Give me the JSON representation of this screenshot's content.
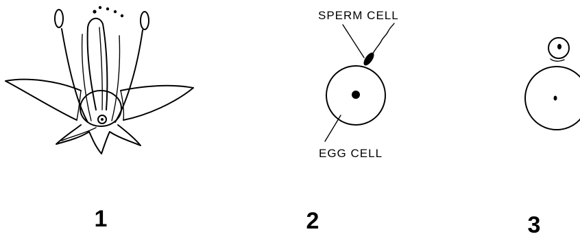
{
  "labels": {
    "sperm_cell": "SPERM CELL",
    "egg_cell": "EGG CELL"
  },
  "panels": [
    {
      "number": "1",
      "drawing": "flower-with-pollen"
    },
    {
      "number": "2",
      "drawing": "sperm-meeting-egg"
    },
    {
      "number": "3",
      "drawing": "fertilized-egg"
    }
  ]
}
